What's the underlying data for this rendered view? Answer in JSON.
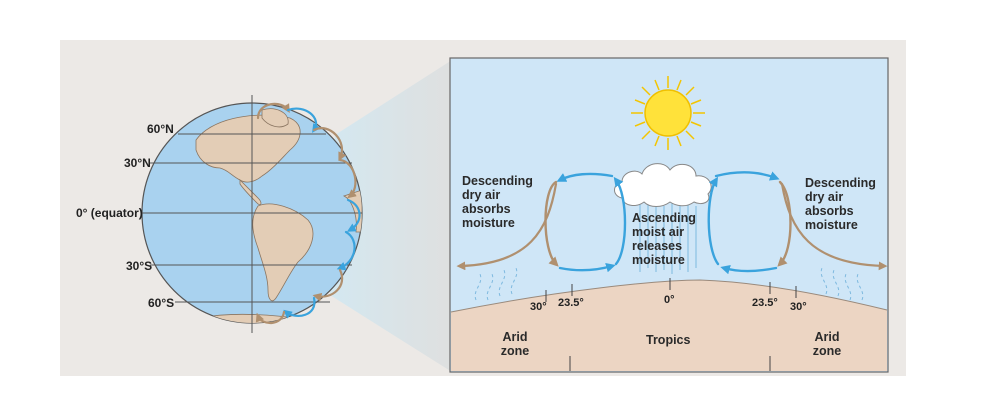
{
  "globe": {
    "lat_labels": [
      "60°N",
      "30°N",
      "0° (equator)",
      "30°S",
      "60°S"
    ]
  },
  "detail": {
    "left_text": [
      "Descending",
      "dry air",
      "absorbs",
      "moisture"
    ],
    "center_text": [
      "Ascending",
      "moist air",
      "releases",
      "moisture"
    ],
    "right_text": [
      "Descending",
      "dry air",
      "absorbs",
      "moisture"
    ],
    "tick_labels": {
      "left_30": "30°",
      "left_23": "23.5°",
      "center_0": "0°",
      "right_23": "23.5°",
      "right_30": "30°"
    },
    "zones": {
      "left_arid": [
        "Arid",
        "zone"
      ],
      "tropics": "Tropics",
      "right_arid": [
        "Arid",
        "zone"
      ]
    }
  },
  "colors": {
    "sky": "#cfe6f7",
    "ground": "#ecd5c3",
    "cell_warm": "#b0906f",
    "cell_cool": "#3aa3dd",
    "ocean": "#a9d2ef",
    "land": "#e3cdb6",
    "sun": "#ffe23a"
  }
}
